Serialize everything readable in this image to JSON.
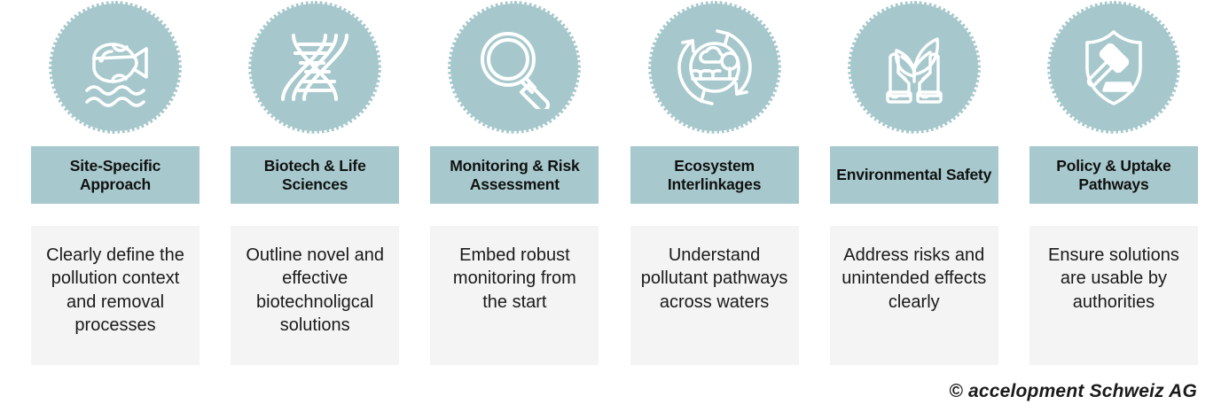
{
  "footer": {
    "copyright": "© accelopment Schweiz AG"
  },
  "theme": {
    "medallion_color": "#a6c8cc",
    "label_bar_color": "#a7c9cd",
    "body_card_color": "#f4f4f4",
    "page_background": "#ffffff",
    "icon_stroke_color": "#ffffff",
    "text_color": "#1a1a1a"
  },
  "cards": [
    {
      "icon": "fish-waves-icon",
      "title": "Site-Specific Approach",
      "body": "Clearly define the pollution context and removal processes"
    },
    {
      "icon": "dna-helix-icon",
      "title": "Biotech & Life Sciences",
      "body": "Outline novel and effective biotechnoligcal solutions"
    },
    {
      "icon": "magnifying-glass-icon",
      "title": "Monitoring & Risk Assessment",
      "body": "Embed robust monitoring from the start"
    },
    {
      "icon": "ecosystem-cycle-icon",
      "title": "Ecosystem Interlinkages",
      "body": "Understand pollutant pathways across waters"
    },
    {
      "icon": "hands-holding-plant-icon",
      "title": "Environmental Safety",
      "body": "Address risks and unintended effects clearly"
    },
    {
      "icon": "shield-gavel-icon",
      "title": "Policy & Uptake Pathways",
      "body": "Ensure solutions are usable by authorities"
    }
  ]
}
